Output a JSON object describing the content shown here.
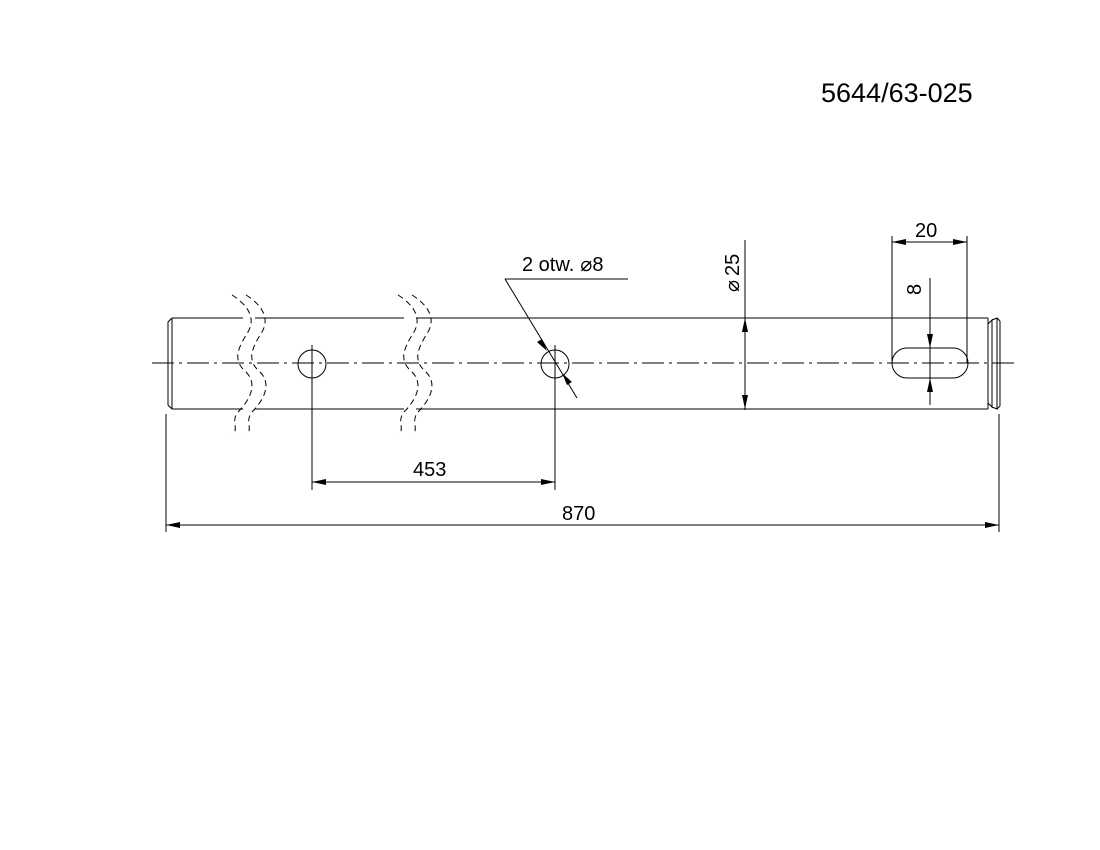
{
  "drawing": {
    "part_number": "5644/63-025",
    "dimensions": {
      "hole_spacing": "453",
      "overall_length": "870",
      "diameter_symbol": "⌀",
      "diameter_value": "25",
      "slot_length": "20",
      "slot_width": "8",
      "holes_note_prefix": "2 otw.",
      "holes_note_diameter": "8"
    }
  }
}
